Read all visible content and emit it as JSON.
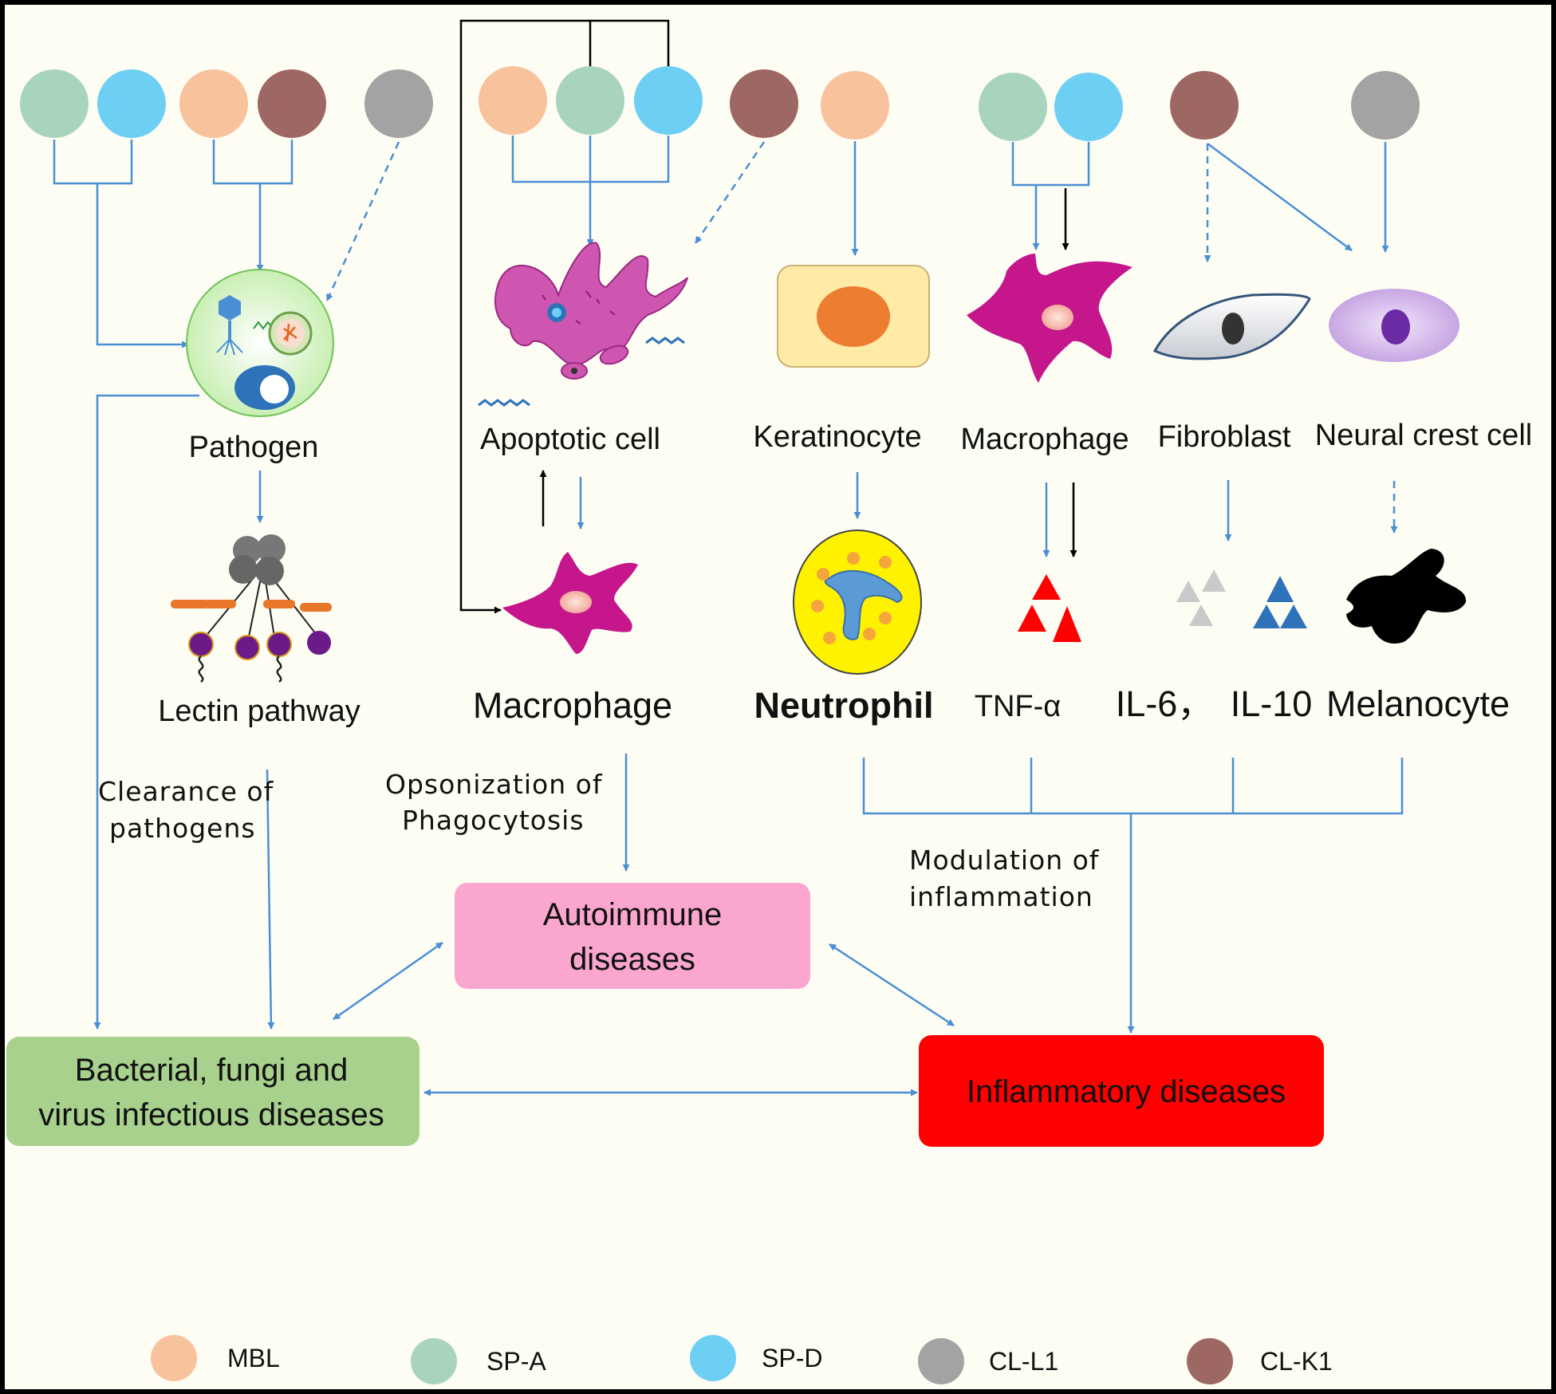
{
  "colors": {
    "MBL": "#f8c29c",
    "SP-A": "#a8d4bd",
    "SP-D": "#6dcff3",
    "CL-L1": "#a3a3a3",
    "CL-K1": "#9d6763",
    "arrow": "#4a8fd4",
    "background": "#fefdf4",
    "autoimmune": "#fba6cf",
    "infectious": "#a8d18d",
    "inflammatory": "#ff0000"
  },
  "cells": {
    "pathogen": "Pathogen",
    "lectin": "Lectin pathway",
    "apoptotic": "Apoptotic cell",
    "macrophage_mid": "Macrophage",
    "keratinocyte": "Keratinocyte",
    "neutrophil": "Neutrophil",
    "macrophage_right": "Macrophage",
    "tnf": "TNF-α",
    "fibroblast": "Fibroblast",
    "il6": "IL-6，",
    "il10": "IL-10",
    "neural": "Neural  crest cell",
    "melanocyte": "Melanocyte"
  },
  "notes": {
    "clearance_1": "Clearance of",
    "clearance_2": "pathogens",
    "opson_1": "Opsonization of",
    "opson_2": "Phagocytosis",
    "modul_1": "Modulation  of",
    "modul_2": "inflammation"
  },
  "diseases": {
    "autoimmune_1": "Autoimmune",
    "autoimmune_2": "diseases",
    "infectious_1": "Bacterial, fungi and",
    "infectious_2": "virus infectious diseases",
    "inflammatory": "Inflammatory diseases"
  },
  "legend": [
    {
      "key": "MBL",
      "label": "MBL"
    },
    {
      "key": "SP-A",
      "label": "SP-A"
    },
    {
      "key": "SP-D",
      "label": "SP-D"
    },
    {
      "key": "CL-L1",
      "label": "CL-L1"
    },
    {
      "key": "CL-K1",
      "label": "CL-K1"
    }
  ]
}
